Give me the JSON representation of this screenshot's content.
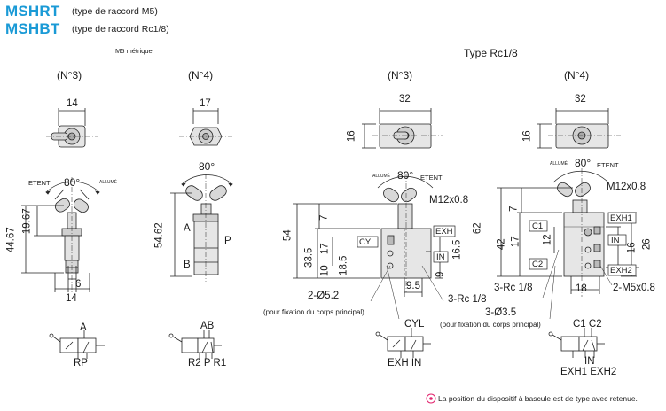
{
  "header": {
    "model_1": "MSHRT",
    "model_1_desc": "(type de raccord M5)",
    "model_2": "MSHBT",
    "model_2_desc": "(type de raccord Rc1/8)",
    "section_m5": "M5 métrique",
    "section_rc": "Type Rc1/8"
  },
  "views": [
    {
      "label": "(N°3)"
    },
    {
      "label": "(N°4)"
    },
    {
      "label": "(N°3)"
    },
    {
      "label": "(N°4)"
    }
  ],
  "dims": {
    "w14": "14",
    "w17": "17",
    "w32a": "32",
    "w32b": "32",
    "h16a": "16",
    "h16b": "16",
    "ang1": "80°",
    "ang2": "80°",
    "ang3": "80°",
    "ang4": "80°",
    "d4467": "44.67",
    "d1967": "19.67",
    "d6": "6",
    "d14b": "14",
    "d5462": "54.62",
    "d54": "54",
    "d7a": "7",
    "d335": "33.5",
    "d17a": "17",
    "d10": "10",
    "d185": "18.5",
    "d9": "9",
    "d165": "16.5",
    "d95": "9.5",
    "d62": "62",
    "d7b": "7",
    "d42": "42",
    "d17b": "17",
    "d12": "12",
    "d16": "16",
    "d26": "26",
    "d18": "18",
    "m12a": "M12x0.8",
    "m12b": "M12x0.8",
    "hole52": "2-Ø5.2",
    "hole35": "3-Ø3.5",
    "rc18a": "3-Rc 1/8",
    "rc18b": "3-Rc 1/8",
    "m5": "2-M5x0.8",
    "fix1": "(pour fixation du corps principal)",
    "fix2": "(pour fixation du corps principal)"
  },
  "ports": {
    "cyl": "CYL",
    "exh": "EXH",
    "in": "IN",
    "c1": "C1",
    "c2": "C2",
    "exh1": "EXH1",
    "in2": "IN",
    "exh2": "EXH2",
    "a": "A",
    "p": "P",
    "b": "B"
  },
  "states": {
    "etent1": "ETENT",
    "allume1": "ALLUMÉ",
    "allume2": "ALLUMÉ",
    "etent2": "ETENT",
    "allume3": "ALLUMÉ",
    "etent3": "ETENT"
  },
  "symbols": {
    "s1_top": "A",
    "s1_bottom": "RP",
    "s2_top": "AB",
    "s2_bottom": "R2 P R1",
    "s3_top": "CYL",
    "s3_bottom": "EXH IN",
    "s4_top": "C1 C2",
    "s4_b1": "IN",
    "s4_b2": "EXH1 EXH2"
  },
  "footnote": {
    "text": "La position du dispositif à bascule est de type avec retenue.",
    "accent": "#e2266f"
  }
}
